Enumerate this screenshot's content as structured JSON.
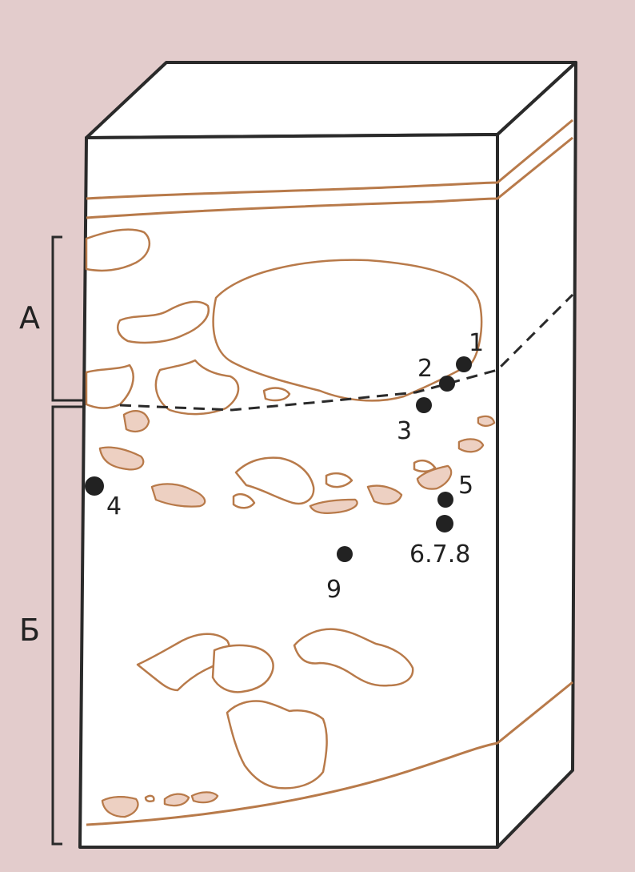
{
  "colors": {
    "background": "#e3cccc",
    "block_fill": "#ffffff",
    "outline": "#2a2a2a",
    "layer_lines": "#b87a4a",
    "pebble_fill": "#edd0c2",
    "points": "#222222"
  },
  "zones": [
    {
      "label": "А"
    },
    {
      "label": "Б"
    }
  ],
  "points": [
    {
      "label": "1"
    },
    {
      "label": "2"
    },
    {
      "label": "3"
    },
    {
      "label": "4"
    },
    {
      "label": "5"
    },
    {
      "label": "6.7.8"
    },
    {
      "label": "9"
    }
  ]
}
